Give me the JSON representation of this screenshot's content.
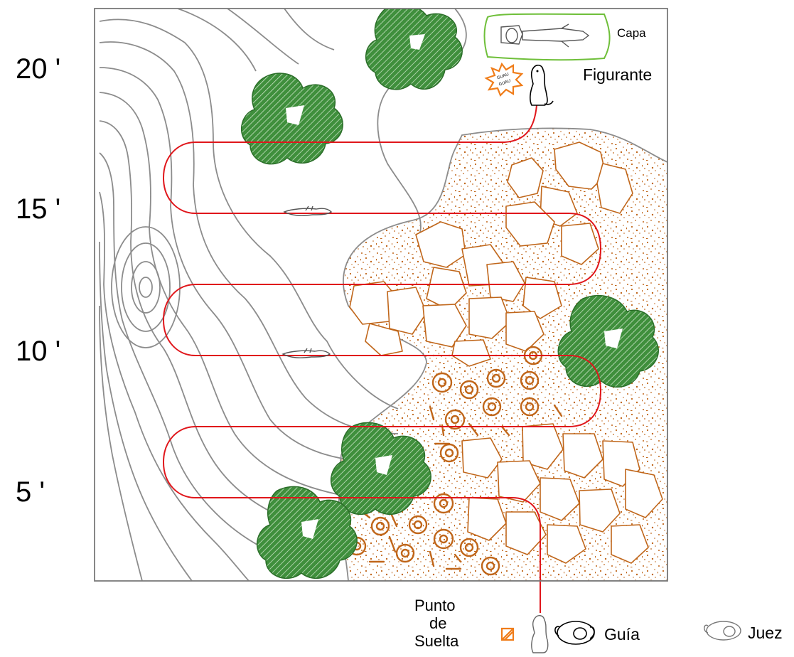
{
  "time_markers": [
    "20 '",
    "15 '",
    "10 '",
    "5 '"
  ],
  "labels": {
    "cape": "Capa",
    "decoy": "Figurante",
    "bark_top": "GUAU",
    "bark_bottom": "GUAU",
    "release_point_line1": "Punto",
    "release_point_line2": "de",
    "release_point_line3": "Suelta",
    "handler": "Guía",
    "judge": "Juez"
  },
  "colors": {
    "track": "#e0161b",
    "terrain_contour": "#8c8c8c",
    "rocks": "#c0661a",
    "trees": "#3a8a38",
    "cape_outline": "#6fbf3a",
    "bark_burst": "#f07d1a"
  }
}
